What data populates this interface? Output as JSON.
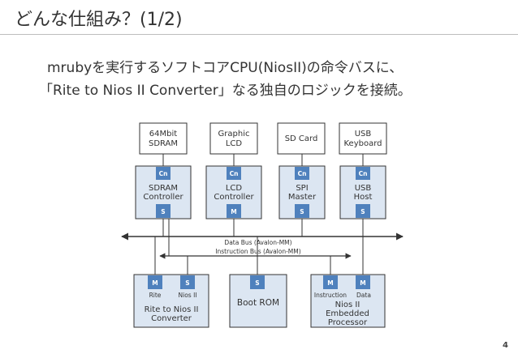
{
  "slide": {
    "title": "どんな仕組み？(1/2)",
    "intro_line1": "mrubyを実行するソフトコアCPU(NiosII)の命令バスに、",
    "intro_line2": "「Rite to Nios II Converter」なる独自のロジックを接続。",
    "page_number": "4"
  },
  "peripherals": {
    "sdram": [
      "64Mbit",
      "SDRAM"
    ],
    "lcd": [
      "Graphic",
      "LCD"
    ],
    "sdcard": [
      "SD Card"
    ],
    "usb": [
      "USB",
      "Keyboard"
    ]
  },
  "controllers": {
    "sdram": [
      "SDRAM",
      "Controller"
    ],
    "lcd": [
      "LCD",
      "Controller"
    ],
    "spi": [
      "SPI",
      "Master"
    ],
    "usb": [
      "USB",
      "Host"
    ]
  },
  "ports": {
    "conduit": "Cn",
    "slave": "S",
    "master": "M"
  },
  "buses": {
    "data": "Data Bus (Avalon-MM)",
    "instruction": "Instruction Bus (Avalon-MM)"
  },
  "converter": {
    "port_left": "Rite",
    "port_right": "Nios II",
    "label": [
      "Rite to Nios II",
      "Converter"
    ]
  },
  "boot_rom": {
    "label": "Boot ROM"
  },
  "nios": {
    "port_left": "Instruction",
    "port_right": "Data",
    "label": [
      "Nios II",
      "Embedded",
      "Processor"
    ]
  },
  "colors": {
    "block_fill": "#dce6f2",
    "port_fill": "#4f81bd",
    "line": "#333333"
  }
}
